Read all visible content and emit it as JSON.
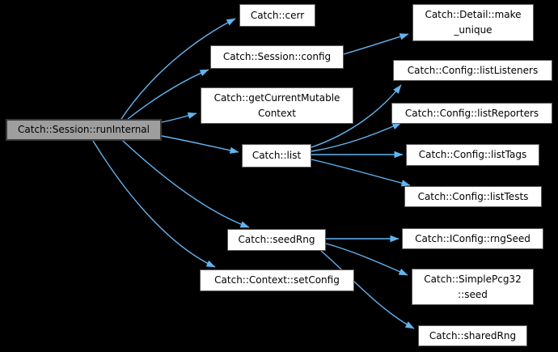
{
  "diagram": {
    "type": "call-graph",
    "root_function": "Catch::Session::runInternal",
    "colors": {
      "background": "#000000",
      "edge": "#63b4f0",
      "node_fill": "#ffffff",
      "node_border": "#5a5a5a",
      "node_text": "#000000",
      "highlight_fill": "#9e9e9e",
      "highlight_border": "#3a3a3a"
    },
    "nodes": {
      "run_internal": {
        "label": "Catch::Session::runInternal",
        "highlighted": true
      },
      "cerr": {
        "label": "Catch::cerr"
      },
      "session_config": {
        "label": "Catch::Session::config"
      },
      "get_ctx": {
        "label": "Catch::getCurrentMutable\nContext"
      },
      "list": {
        "label": "Catch::list"
      },
      "seed_rng": {
        "label": "Catch::seedRng"
      },
      "set_config": {
        "label": "Catch::Context::setConfig"
      },
      "make_unique": {
        "label": "Catch::Detail::make\n_unique"
      },
      "list_listeners": {
        "label": "Catch::Config::listListeners"
      },
      "list_reporters": {
        "label": "Catch::Config::listReporters"
      },
      "list_tags": {
        "label": "Catch::Config::listTags"
      },
      "list_tests": {
        "label": "Catch::Config::listTests"
      },
      "rng_seed": {
        "label": "Catch::IConfig::rngSeed"
      },
      "pcg32_seed": {
        "label": "Catch::SimplePcg32\n::seed"
      },
      "shared_rng": {
        "label": "Catch::sharedRng"
      }
    },
    "edges": [
      {
        "from": "Catch::Session::runInternal",
        "to": "Catch::cerr"
      },
      {
        "from": "Catch::Session::runInternal",
        "to": "Catch::Session::config"
      },
      {
        "from": "Catch::Session::runInternal",
        "to": "Catch::getCurrentMutableContext"
      },
      {
        "from": "Catch::Session::runInternal",
        "to": "Catch::list"
      },
      {
        "from": "Catch::Session::runInternal",
        "to": "Catch::seedRng"
      },
      {
        "from": "Catch::Session::runInternal",
        "to": "Catch::Context::setConfig"
      },
      {
        "from": "Catch::Session::config",
        "to": "Catch::Detail::make_unique"
      },
      {
        "from": "Catch::list",
        "to": "Catch::Config::listListeners"
      },
      {
        "from": "Catch::list",
        "to": "Catch::Config::listReporters"
      },
      {
        "from": "Catch::list",
        "to": "Catch::Config::listTags"
      },
      {
        "from": "Catch::list",
        "to": "Catch::Config::listTests"
      },
      {
        "from": "Catch::seedRng",
        "to": "Catch::IConfig::rngSeed"
      },
      {
        "from": "Catch::seedRng",
        "to": "Catch::SimplePcg32::seed"
      },
      {
        "from": "Catch::seedRng",
        "to": "Catch::sharedRng"
      }
    ]
  }
}
